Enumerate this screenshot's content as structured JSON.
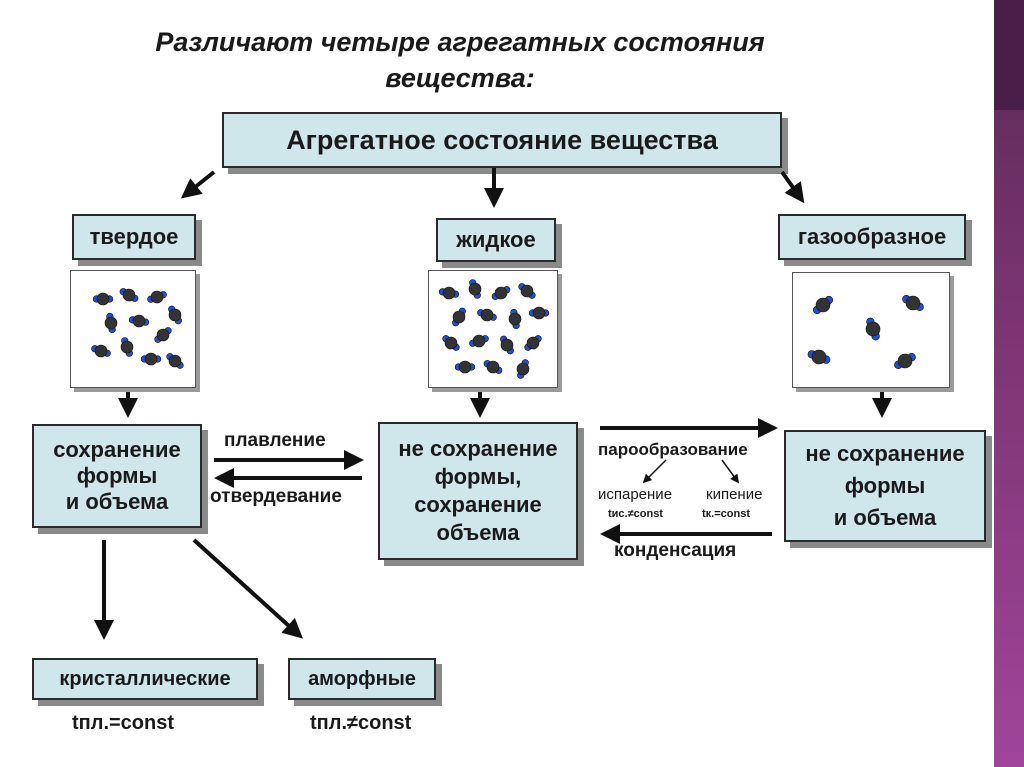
{
  "heading": {
    "line1": "Различают четыре агрегатных состояния",
    "line2": "вещества:"
  },
  "root_box": "Агрегатное состояние вещества",
  "states": {
    "solid": {
      "title": "твердое",
      "property_lines": [
        "сохранение",
        "формы",
        "и объема"
      ]
    },
    "liquid": {
      "title": "жидкое",
      "property_lines": [
        "не сохранение",
        "формы,",
        "сохранение",
        "объема"
      ]
    },
    "gas": {
      "title": "газообразное",
      "property_lines": [
        "не сохранение",
        "формы",
        "и объема"
      ]
    }
  },
  "transitions": {
    "melting": "плавление",
    "solidification": "отвердевание",
    "vaporization": "парообразование",
    "evaporation": "испарение",
    "boiling": "кипение",
    "evaporation_temp": "tис.≠const",
    "boiling_temp": "tк.=const",
    "condensation": "конденсация"
  },
  "solid_types": {
    "crystalline": "кристаллические",
    "crystalline_temp": "tпл.=const",
    "amorphous": "аморфные",
    "amorphous_temp": "tпл.≠const"
  },
  "colors": {
    "box_fill": "#cfe6ea",
    "molecule_dark": "#333333",
    "molecule_blue": "#1f4fd6",
    "accent_bar": "#7a3470"
  }
}
